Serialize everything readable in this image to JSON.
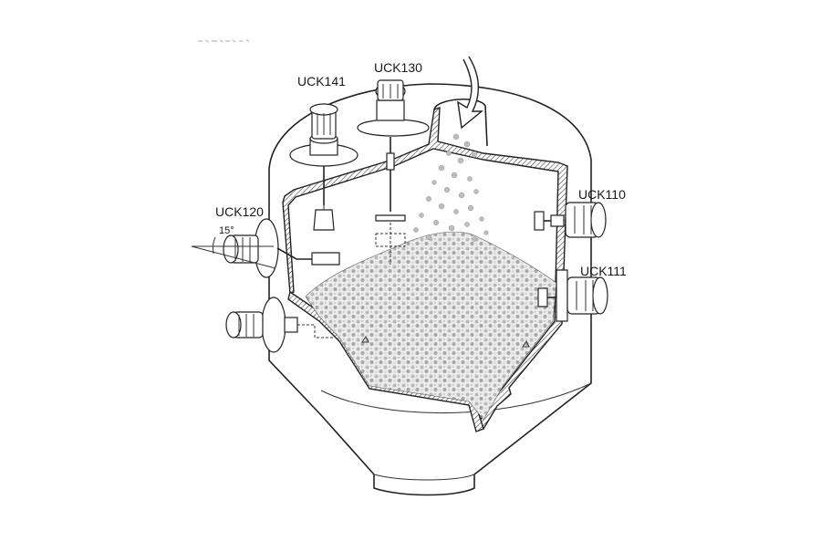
{
  "labels": {
    "uck141": "UCK141",
    "uck130": "UCK130",
    "uck120": "UCK120",
    "uck110": "UCK110",
    "uck111": "UCK111",
    "angle": "15°"
  }
}
